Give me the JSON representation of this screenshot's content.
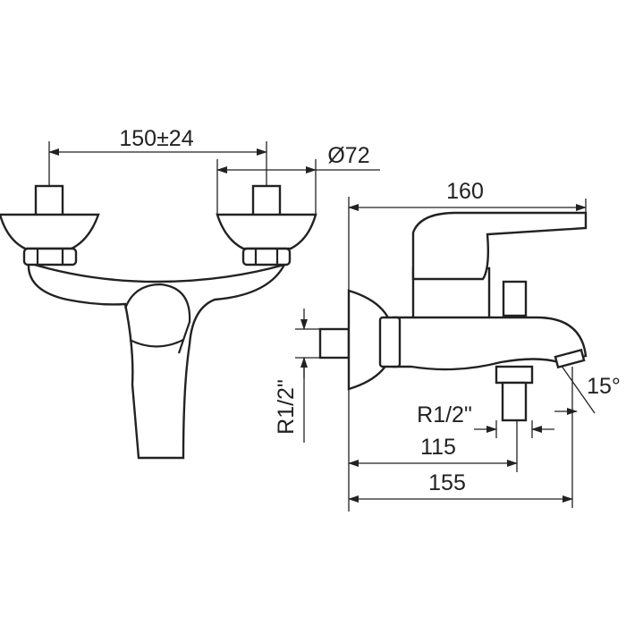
{
  "title": "Bath mixer tap dimension drawing",
  "dimensions": {
    "spacing": "150±24",
    "flange_diameter": "Ø72",
    "overall_length": "160",
    "inlet_thread": "R1/2\"",
    "outlet_thread": "R1/2\"",
    "spout_angle": "15°",
    "outlet_distance": "115",
    "spout_projection": "155"
  },
  "colors": {
    "line": "#222222",
    "background": "#ffffff"
  }
}
